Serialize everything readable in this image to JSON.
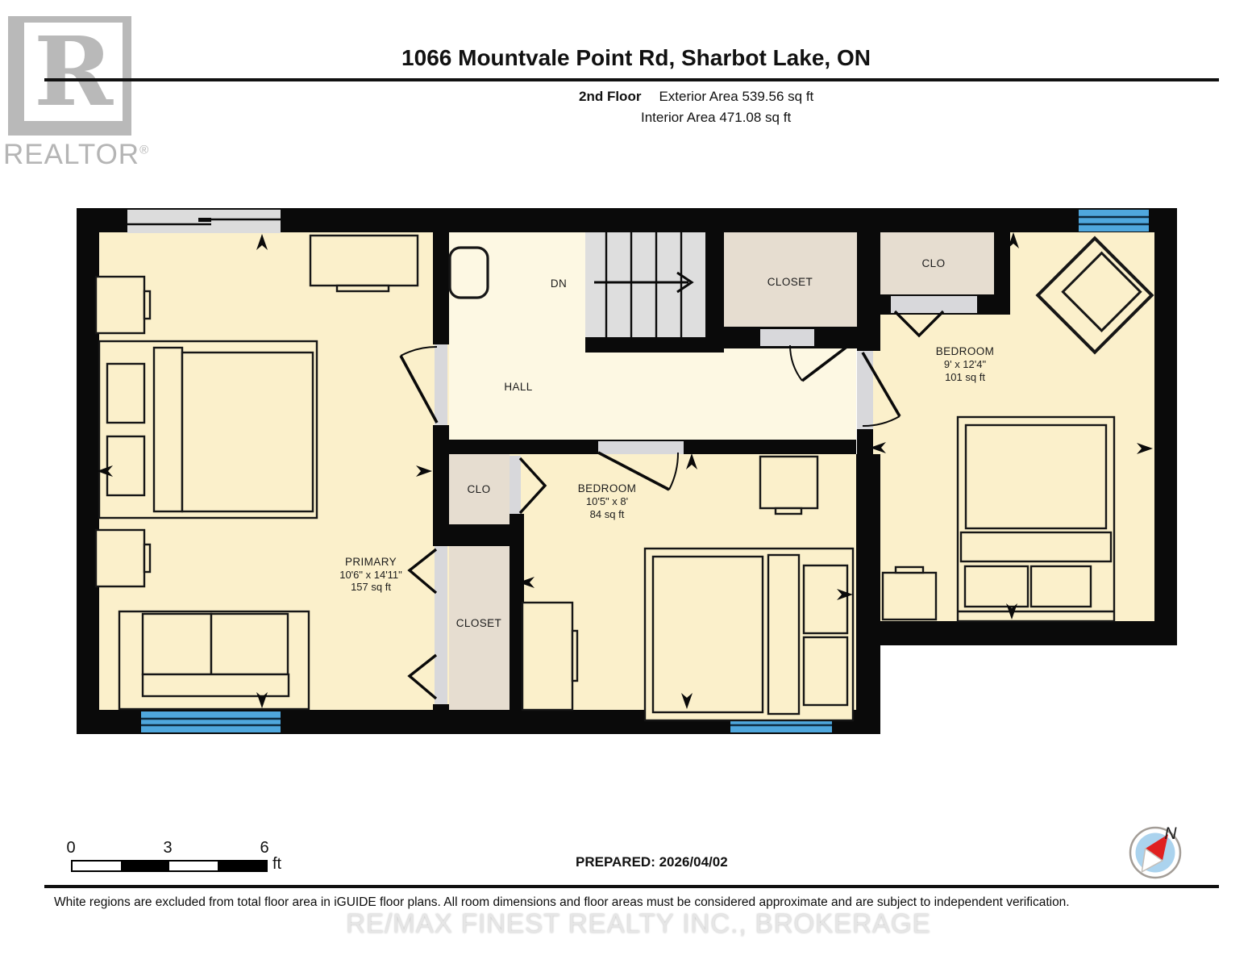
{
  "header": {
    "title": "1066 Mountvale Point Rd, Sharbot Lake, ON",
    "floor_label": "2nd Floor",
    "exterior_area": "Exterior Area 539.56 sq ft",
    "interior_area": "Interior Area 471.08 sq ft"
  },
  "logo": {
    "letter": "R",
    "brand": "REALTOR",
    "registered": "®"
  },
  "plan": {
    "hall": {
      "label": "HALL"
    },
    "stairs": {
      "label": "DN"
    },
    "hall_closet": {
      "label": "CLOSET"
    },
    "right_clo": {
      "label": "CLO"
    },
    "right_bedroom": {
      "name": "BEDROOM",
      "dims": "9' x 12'4\"",
      "area": "101 sq ft"
    },
    "mid_bedroom": {
      "name": "BEDROOM",
      "dims": "10'5\" x 8'",
      "area": "84 sq ft"
    },
    "mid_clo": {
      "label": "CLO"
    },
    "mid_closet": {
      "label": "CLOSET"
    },
    "primary": {
      "name": "PRIMARY",
      "dims": "10'6\" x 14'11\"",
      "area": "157 sq ft"
    }
  },
  "scale": {
    "t0": "0",
    "t3": "3",
    "t6": "6",
    "unit": "ft"
  },
  "prepared": "PREPARED: 2026/04/02",
  "compass": {
    "north": "N"
  },
  "footer": {
    "disclaimer": "White regions are excluded from total floor area in iGUIDE floor plans. All room dimensions and floor areas must be considered approximate and are subject to independent verification.",
    "watermark": "RE/MAX FINEST REALTY INC., BROKERAGE"
  },
  "colors": {
    "wall": "#0A0A0A",
    "floor": "#FBF0CB",
    "hall_floor": "#FDF8E3",
    "closet_fill": "#E6DDD0",
    "opening_gray": "#D8D8DB",
    "window_blue": "#4FA7DD",
    "compass_red": "#E02020"
  }
}
